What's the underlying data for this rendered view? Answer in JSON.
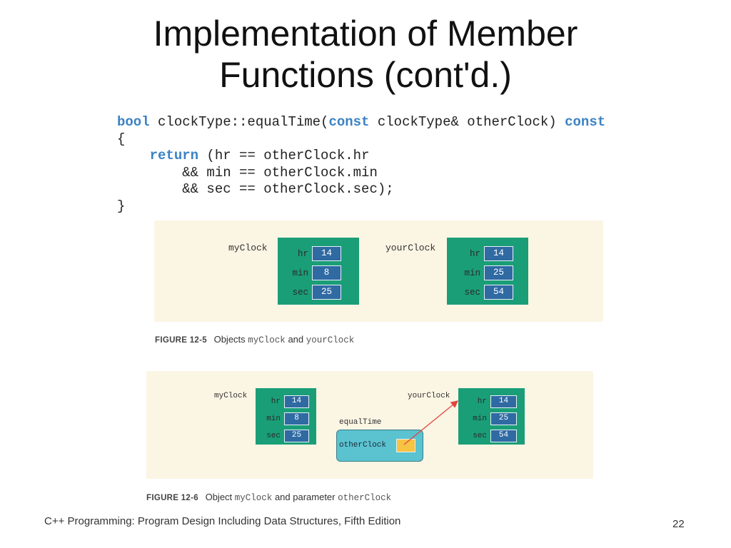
{
  "slide": {
    "title_line1": "Implementation of Member",
    "title_line2": "Functions (cont'd.)",
    "footer": "C++ Programming: Program Design Including Data Structures, Fifth Edition",
    "page_number": "22"
  },
  "code": {
    "line1": {
      "kw1": "bool",
      "t1": " clockType::equalTime(",
      "kw2": "const",
      "t2": " clockType& otherClock) ",
      "kw3": "const"
    },
    "line2": "{",
    "line3": {
      "kw": "return",
      "t": " (hr == otherClock.hr"
    },
    "line4": "        && min == otherClock.min",
    "line5": "        && sec == otherClock.sec);",
    "line6": "}"
  },
  "figure1": {
    "caption_num": "FIGURE 12-5",
    "caption_text1": "Objects",
    "caption_code1": "myClock",
    "caption_text2": "and",
    "caption_code2": "yourClock",
    "objects": [
      {
        "name": "myClock",
        "fields": [
          {
            "label": "hr",
            "value": "14"
          },
          {
            "label": "min",
            "value": "8"
          },
          {
            "label": "sec",
            "value": "25"
          }
        ]
      },
      {
        "name": "yourClock",
        "fields": [
          {
            "label": "hr",
            "value": "14"
          },
          {
            "label": "min",
            "value": "25"
          },
          {
            "label": "sec",
            "value": "54"
          }
        ]
      }
    ]
  },
  "figure2": {
    "caption_num": "FIGURE 12-6",
    "caption_text1": "Object",
    "caption_code1": "myClock",
    "caption_text2": "and parameter",
    "caption_code2": "otherClock",
    "objects": [
      {
        "name": "myClock",
        "fields": [
          {
            "label": "hr",
            "value": "14"
          },
          {
            "label": "min",
            "value": "8"
          },
          {
            "label": "sec",
            "value": "25"
          }
        ]
      },
      {
        "name": "yourClock",
        "fields": [
          {
            "label": "hr",
            "value": "14"
          },
          {
            "label": "min",
            "value": "25"
          },
          {
            "label": "sec",
            "value": "54"
          }
        ]
      }
    ],
    "function_label": "equalTime",
    "parameter_label": "otherClock",
    "colors": {
      "object": "#1a9e78",
      "field": "#2f6aa3",
      "param_box": "#5bc2d0",
      "pointer_cell": "#f6c343",
      "arrow": "#e0453a"
    }
  }
}
